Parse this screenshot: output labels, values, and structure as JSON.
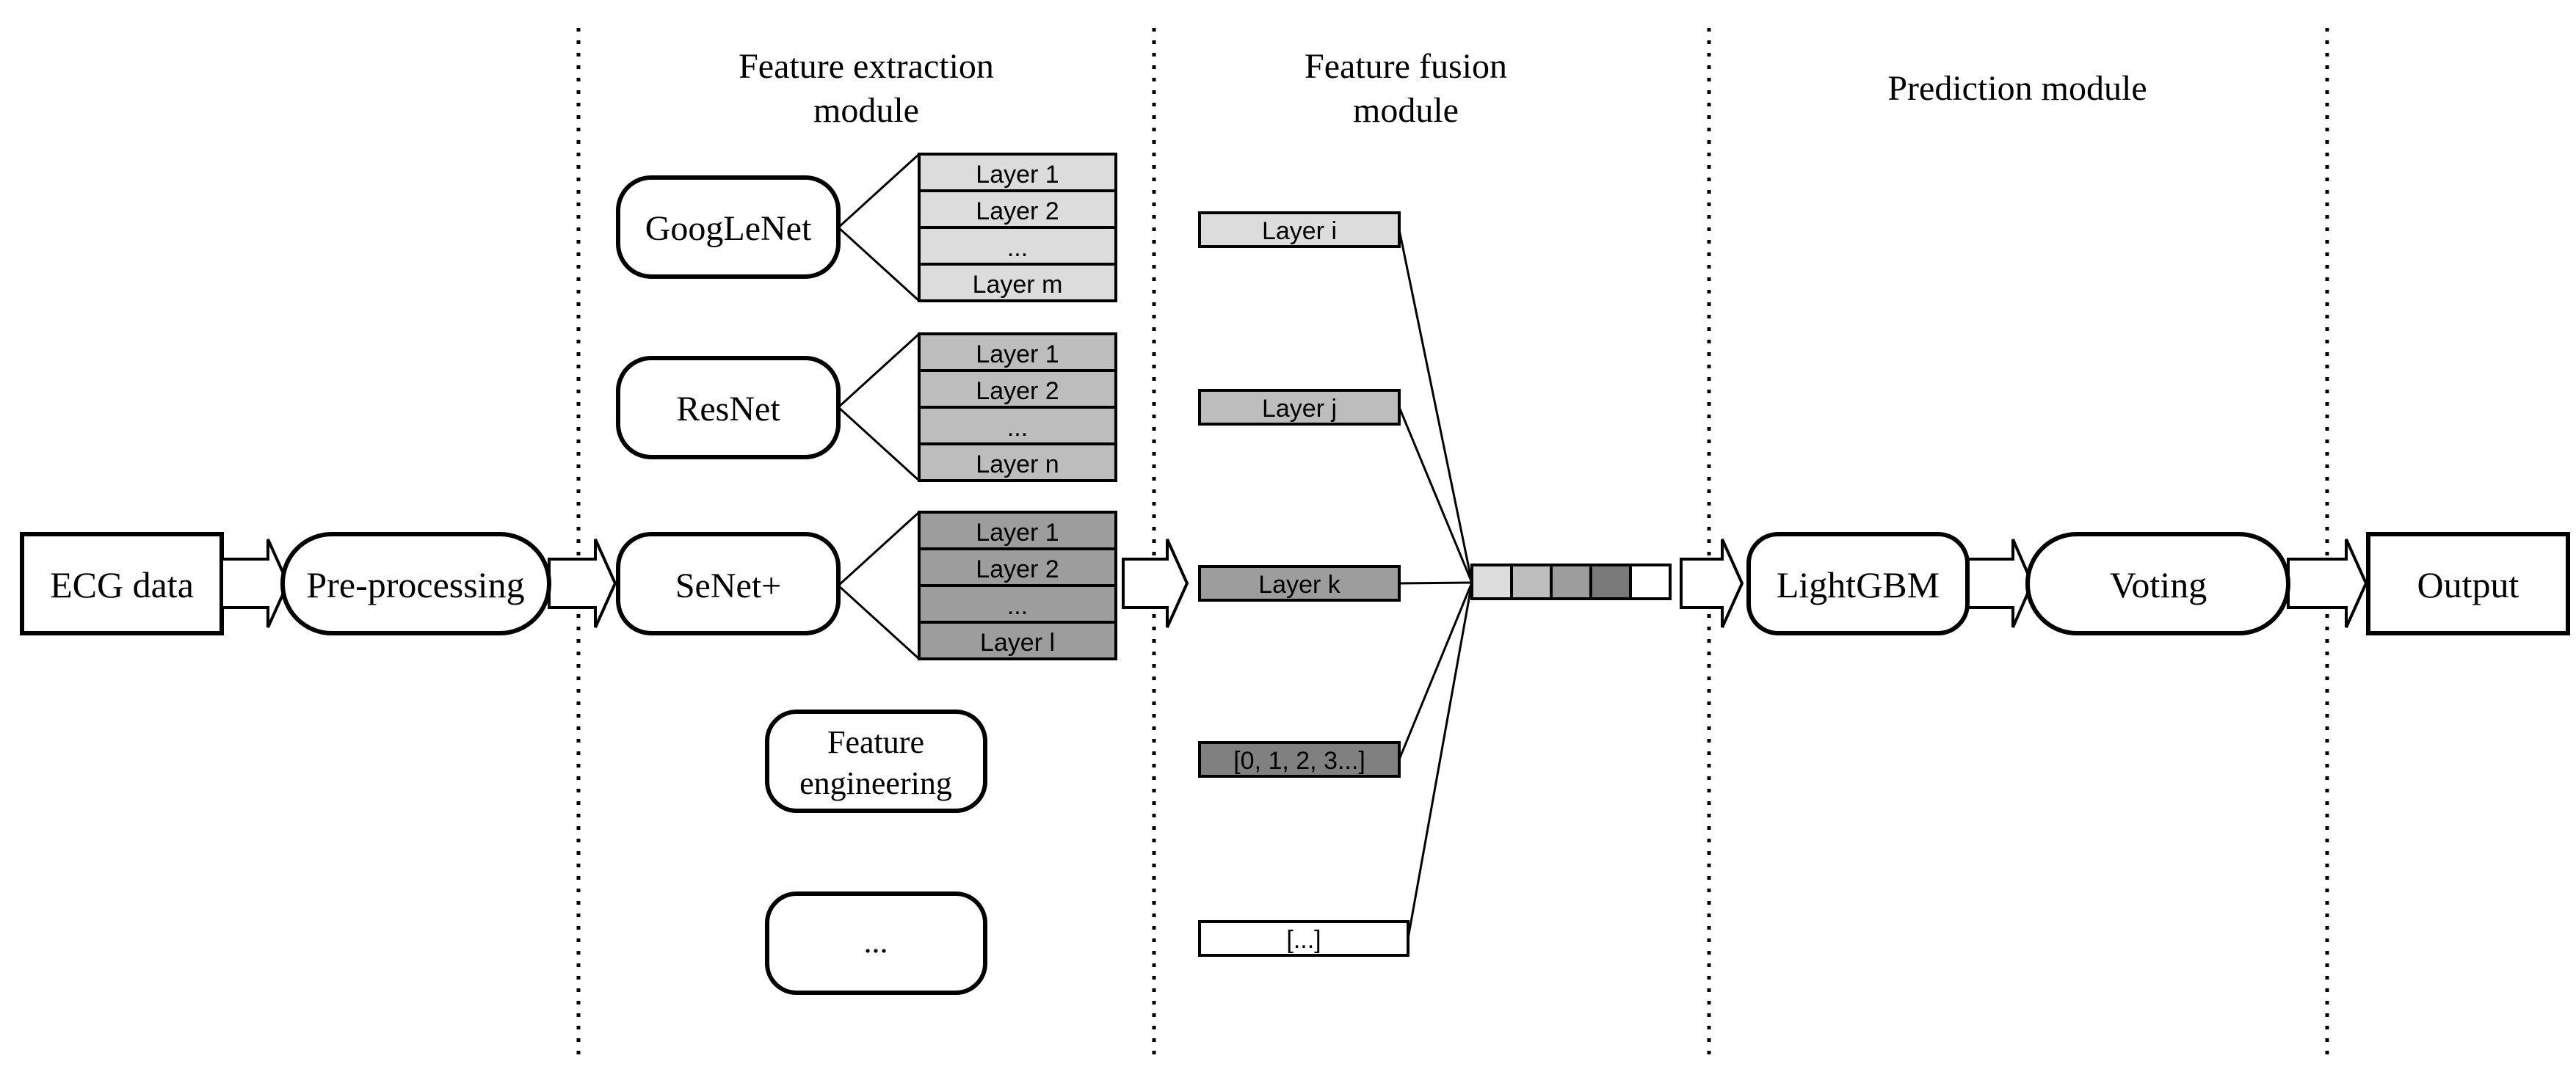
{
  "colors": {
    "googlenet_layers": "#dcdcdc",
    "resnet_layers": "#bdbdbd",
    "senet_layers": "#9d9d9d",
    "fusion_cells": [
      "#dcdcdc",
      "#bdbdbd",
      "#9d9d9d",
      "#7a7a7a",
      "#ffffff"
    ],
    "feature_engineering_bar": "#808080",
    "plain_bar": "#ffffff"
  },
  "headers": {
    "extraction": [
      "Feature extraction",
      "module"
    ],
    "fusion": [
      "Feature fusion",
      "module"
    ],
    "prediction": "Prediction module"
  },
  "pipeline": {
    "input": "ECG data",
    "preprocessing": "Pre-processing",
    "classifier": "LightGBM",
    "voting": "Voting",
    "output": "Output"
  },
  "extractors": {
    "googlenet": {
      "name": "GoogLeNet",
      "layers": [
        "Layer 1",
        "Layer 2",
        "...",
        "Layer m"
      ]
    },
    "resnet": {
      "name": "ResNet",
      "layers": [
        "Layer 1",
        "Layer 2",
        "...",
        "Layer n"
      ]
    },
    "senet": {
      "name": "SeNet+",
      "layers": [
        "Layer 1",
        "Layer 2",
        "...",
        "Layer l"
      ]
    },
    "feature_engineering": [
      "Feature",
      "engineering"
    ],
    "more": "..."
  },
  "fusion_inputs": [
    "Layer i",
    "Layer j",
    "Layer k",
    "[0, 1, 2, 3...]",
    "[...]"
  ]
}
